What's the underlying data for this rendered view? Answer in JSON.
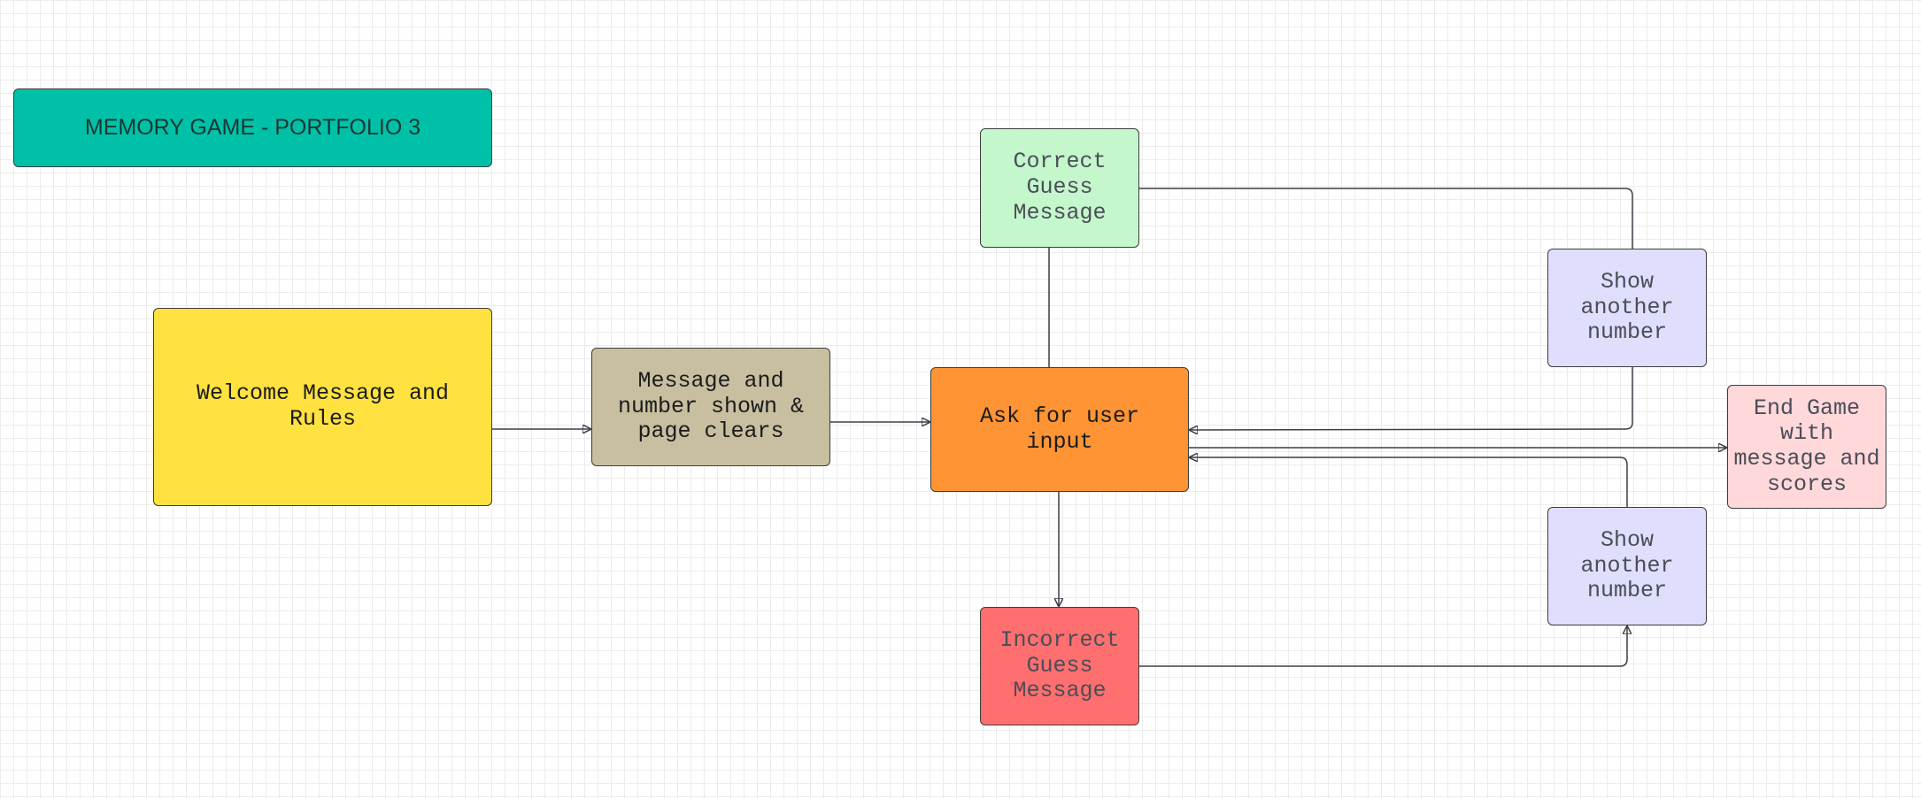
{
  "title": {
    "text": "MEMORY GAME - PORTFOLIO 3",
    "color": "#00c1a7"
  },
  "nodes": {
    "welcome": {
      "text": "Welcome Message and Rules",
      "color": "#ffe13f"
    },
    "message_number": {
      "text": "Message and number shown & page clears",
      "color": "#c8bfa0"
    },
    "ask_input": {
      "text": "Ask for user input",
      "color": "#fe9433"
    },
    "correct_guess": {
      "text": "Correct Guess Message",
      "color": "#c4f7cb"
    },
    "incorrect_guess": {
      "text": "Incorrect Guess Message",
      "color": "#ff6f6f"
    },
    "show_another_top": {
      "text": "Show another number",
      "color": "#dfdffd"
    },
    "show_another_bottom": {
      "text": "Show another number",
      "color": "#dfdffd"
    },
    "end_game": {
      "text": "End Game with message and scores",
      "color": "#ffd8da"
    }
  },
  "connectors": [
    {
      "from": "welcome",
      "to": "message_number",
      "arrow": true
    },
    {
      "from": "message_number",
      "to": "ask_input",
      "arrow": true
    },
    {
      "from": "ask_input",
      "to": "correct_guess",
      "arrow": false
    },
    {
      "from": "ask_input",
      "to": "incorrect_guess",
      "arrow": true
    },
    {
      "from": "correct_guess",
      "to": "show_another_top",
      "arrow": false
    },
    {
      "from": "show_another_top",
      "to": "ask_input",
      "arrow": true
    },
    {
      "from": "ask_input",
      "to": "end_game",
      "arrow": true
    },
    {
      "from": "incorrect_guess",
      "to": "show_another_bottom",
      "arrow": true
    },
    {
      "from": "show_another_bottom",
      "to": "ask_input",
      "arrow": true
    }
  ]
}
